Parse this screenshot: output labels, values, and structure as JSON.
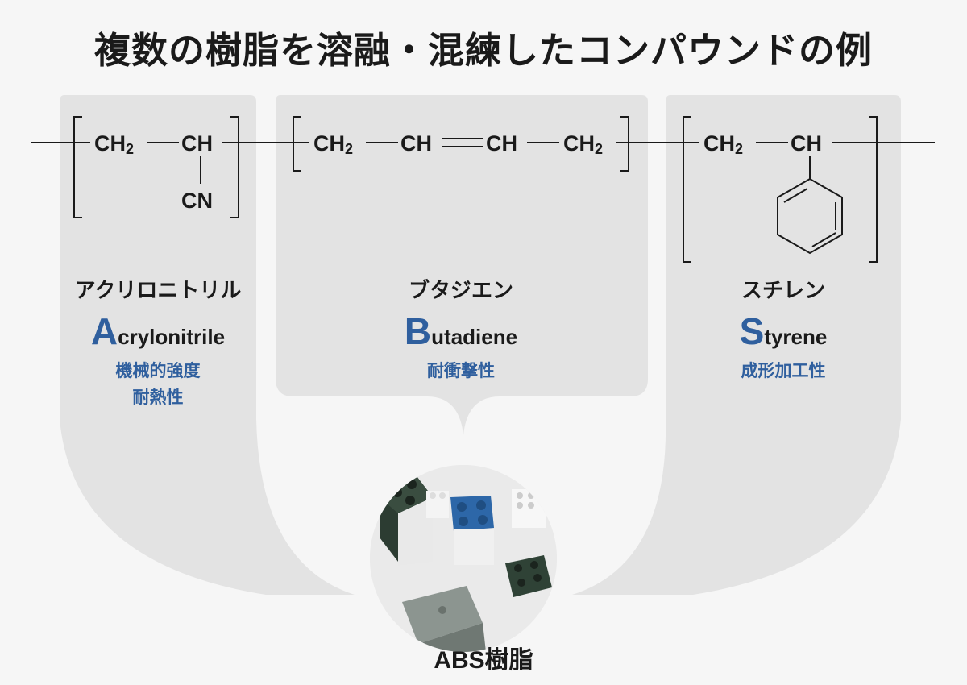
{
  "title": "複数の樹脂を溶融・混練したコンパウンドの例",
  "monomers": [
    {
      "name_jp": "アクリロニトリル",
      "initial": "A",
      "name_rest": "crylonitrile",
      "properties": [
        "機械的強度",
        "耐熱性"
      ],
      "formula": {
        "groups": [
          "CH2",
          "CH"
        ],
        "substituent": "CN"
      }
    },
    {
      "name_jp": "ブタジエン",
      "initial": "B",
      "name_rest": "utadiene",
      "properties": [
        "耐衝撃性"
      ],
      "formula": {
        "groups": [
          "CH2",
          "CH",
          "CH",
          "CH2"
        ],
        "double_bond": "CH=CH"
      }
    },
    {
      "name_jp": "スチレン",
      "initial": "S",
      "name_rest": "tyrene",
      "properties": [
        "成形加工性"
      ],
      "formula": {
        "groups": [
          "CH2",
          "CH"
        ],
        "substituent": "benzene-ring"
      }
    }
  ],
  "result": {
    "label": "ABS樹脂",
    "image": "photo of ABS toy building blocks"
  },
  "colors": {
    "accent": "#2f5f9e",
    "panel": "#e3e3e3",
    "background": "#f6f6f6",
    "text": "#1a1a1a"
  }
}
